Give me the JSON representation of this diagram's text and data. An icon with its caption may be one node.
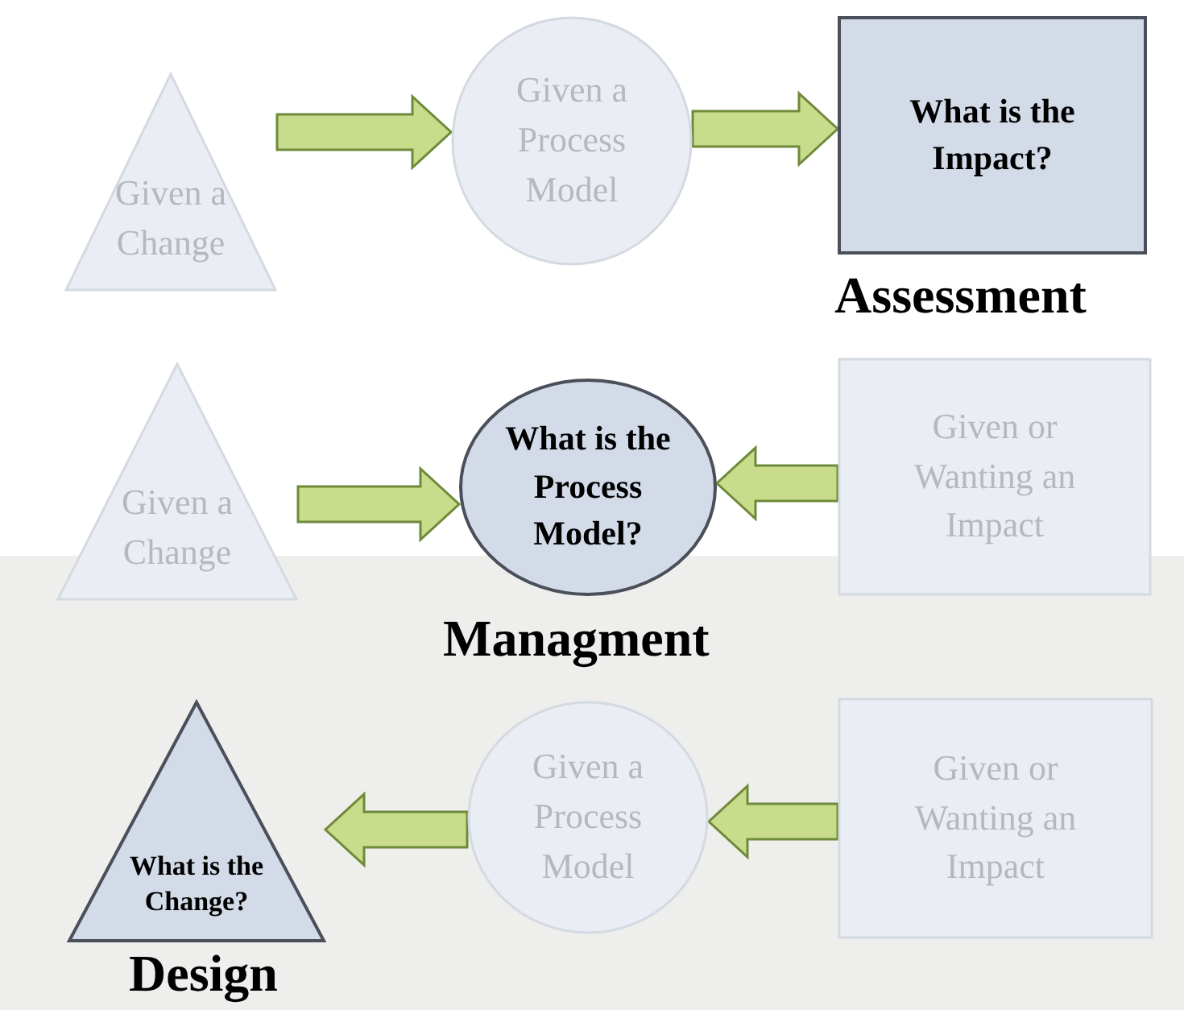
{
  "diagram": {
    "nodes": [
      {
        "text": [
          "Given a Change"
        ]
      },
      {
        "text": [
          "Given a Process Model"
        ]
      },
      {
        "text": [
          "What is the Impact?"
        ]
      },
      {
        "text": [
          "Given a Change"
        ]
      },
      {
        "text": [
          "What is the Process Model?"
        ]
      },
      {
        "text": [
          "Given or Wanting an Impact"
        ]
      },
      {
        "text": [
          "What is the Change?"
        ]
      },
      {
        "text": [
          "Given a Process Model"
        ]
      },
      {
        "text": [
          "Given or Wanting an Impact"
        ]
      }
    ],
    "edges": [
      {
        "from": 0,
        "to": 1,
        "arrow": "to"
      },
      {
        "from": 1,
        "to": 2,
        "arrow": "to"
      },
      {
        "from": 3,
        "to": 4,
        "arrow": "to"
      },
      {
        "from": 5,
        "to": 4,
        "arrow": "to"
      },
      {
        "from": 8,
        "to": 7,
        "arrow": "to"
      },
      {
        "from": 7,
        "to": 6,
        "arrow": "to"
      }
    ],
    "labels": [
      "Assessment",
      "Managment",
      "Design"
    ]
  }
}
